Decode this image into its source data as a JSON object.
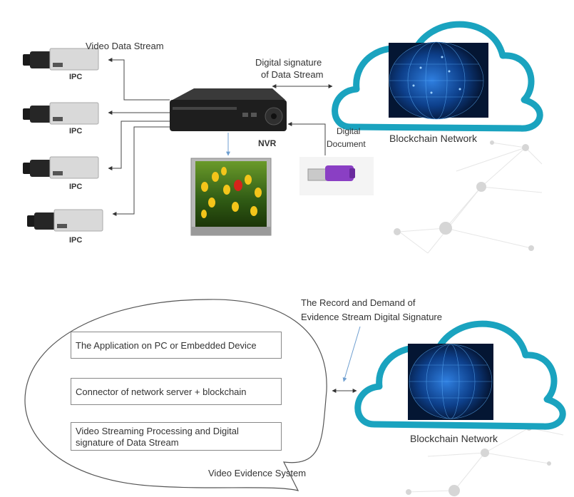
{
  "top": {
    "ipc_labels": [
      "IPC",
      "IPC",
      "IPC",
      "IPC"
    ],
    "video_data_stream": "Video Data Stream",
    "digital_signature_line1": "Digital signature",
    "digital_signature_line2": "of Data Stream",
    "nvr_label": "NVR",
    "digital_doc_line1": "Digital",
    "digital_doc_line2": "Document",
    "blockchain_label": "Blockchain Network"
  },
  "bottom": {
    "record_line1": "The Record and Demand of",
    "record_line2": "Evidence Stream Digital Signature",
    "box1": "The Application on PC or Embedded Device",
    "box2": "Connector of network server + blockchain",
    "box3_line1": "Video Streaming Processing and Digital",
    "box3_line2": "signature of Data Stream",
    "system_label": "Video Evidence System",
    "blockchain_label": "Blockchain Network"
  },
  "colors": {
    "cloud_stroke": "#1aa3bf",
    "globe_bg": "#041633",
    "usb": "#8a3fc4",
    "network_node": "#d6d6d6"
  }
}
